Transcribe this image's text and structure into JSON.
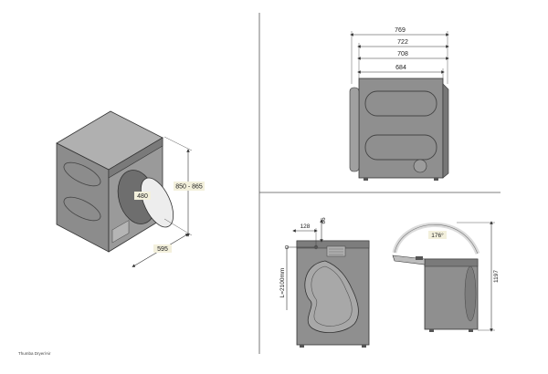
{
  "views": {
    "iso": {
      "height": "850 - 865",
      "width": "595",
      "door_opening": "480"
    },
    "top": {
      "dims": [
        "769",
        "722",
        "708",
        "684"
      ]
    },
    "front": {
      "offset_left": "128",
      "offset_top": "66",
      "hose_length": "L=2100mm"
    },
    "side": {
      "door_angle": "176°",
      "height_open": "1197"
    }
  },
  "caption": "Thumba Dryer/Air",
  "colors": {
    "body": "#8f8f8f",
    "body_dark": "#6b6b6b",
    "body_light": "#a6a6a6",
    "outline": "#333333",
    "label_bg": "#f3f0dc",
    "dim_line": "#333333"
  }
}
